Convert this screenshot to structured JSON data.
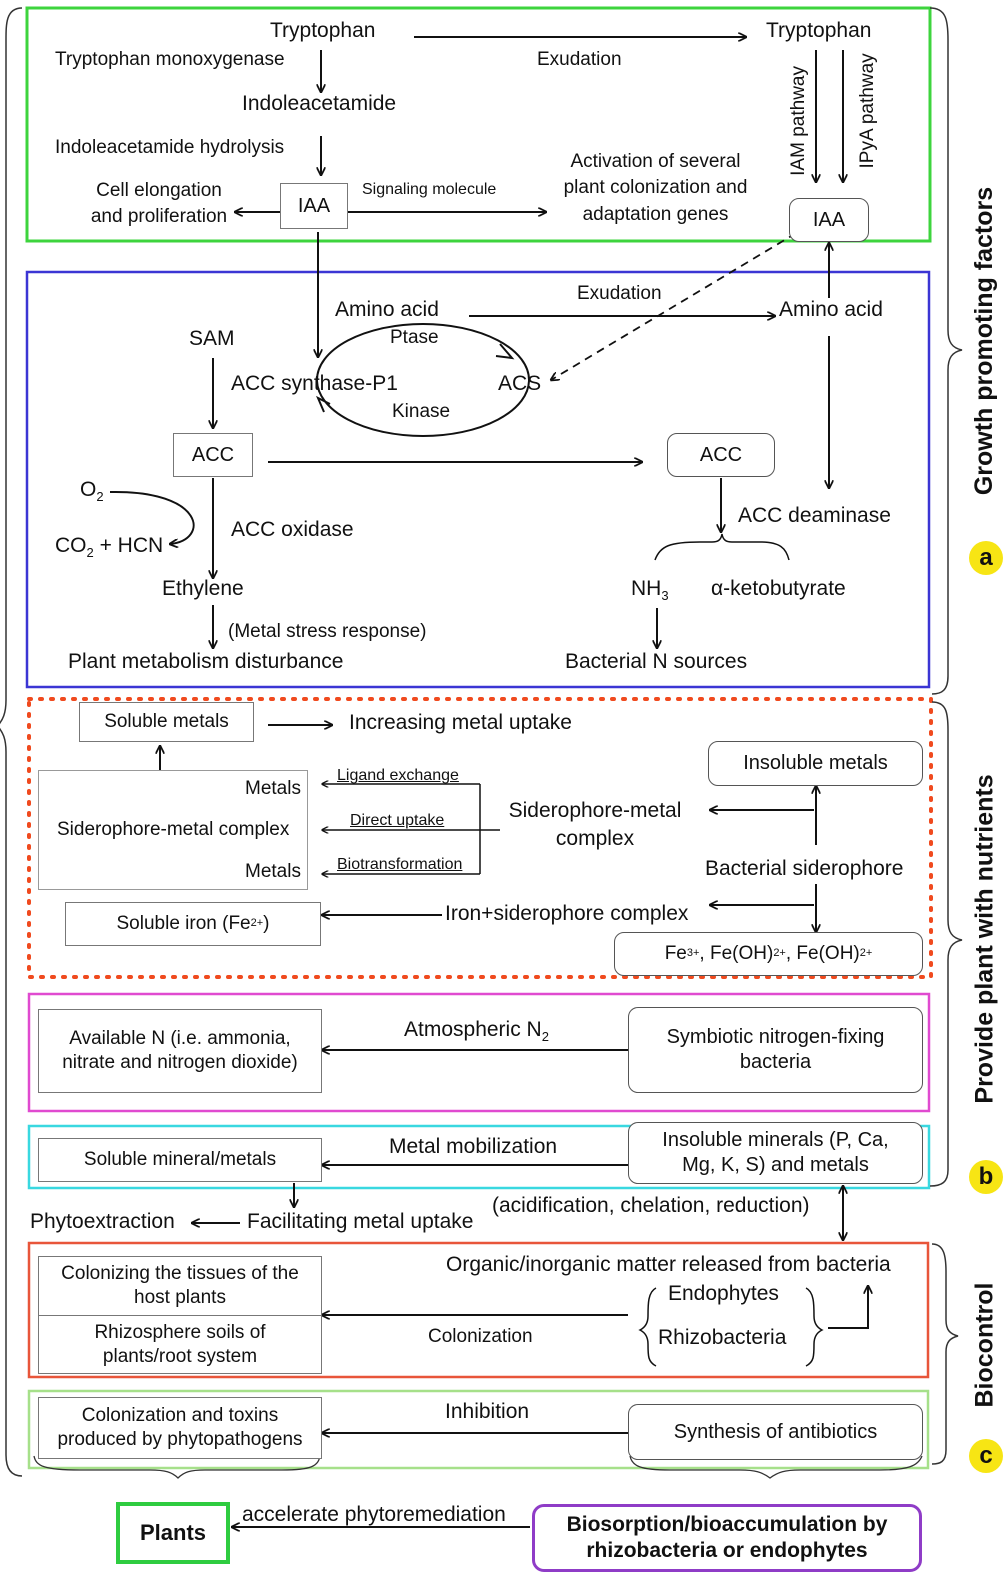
{
  "colors": {
    "growth_green": "#3dd43d",
    "blue": "#3b35d4",
    "dotted_red": "#f04a1e",
    "magenta": "#e04ad0",
    "cyan": "#39d8e0",
    "orange_red": "#e8553a",
    "light_green": "#a6e08a",
    "plants_green": "#2ecc40",
    "purple": "#8f3cc7",
    "label_circle": "#f7e514"
  },
  "sections": {
    "a": {
      "letter": "a",
      "label": "Growth promoting factors"
    },
    "b": {
      "letter": "b",
      "label": "Provide plant with nutrients"
    },
    "c": {
      "letter": "c",
      "label": "Biocontrol"
    }
  },
  "iaa_panel": {
    "tryptophan_left": "Tryptophan",
    "tryptophan_monoxygenase": "Tryptophan monoxygenase",
    "exudation": "Exudation",
    "tryptophan_right": "Tryptophan",
    "indoleacetamide": "Indoleacetamide",
    "indoleacetamide_hydrolysis": "Indoleacetamide hydrolysis",
    "iam_pathway": "IAM pathway",
    "ipya_pathway": "IPyA pathway",
    "cell_elongation_1": "Cell elongation",
    "cell_elongation_2": "and proliferation",
    "iaa_left": "IAA",
    "signaling_molecule": "Signaling molecule",
    "activation_1": "Activation of several",
    "activation_2": "plant colonization and",
    "activation_3": "adaptation genes",
    "iaa_right": "IAA"
  },
  "acc_panel": {
    "amino_acid_left": "Amino acid",
    "exudation": "Exudation",
    "amino_acid_right": "Amino acid",
    "sam": "SAM",
    "ptase": "Ptase",
    "acc_synthase": "ACC synthase-P1",
    "acs": "ACS",
    "kinase": "Kinase",
    "acc_left": "ACC",
    "acc_right": "ACC",
    "o2": "O",
    "o2_sub": "2",
    "co2": "CO",
    "co2_sub": "2",
    "co2_rest": " + HCN",
    "acc_oxidase": "ACC oxidase",
    "acc_deaminase": "ACC deaminase",
    "ethylene": "Ethylene",
    "nh3": "NH",
    "nh3_sub": "3",
    "ketobutyrate": "α-ketobutyrate",
    "metal_stress": "(Metal stress response)",
    "plant_metabolism": "Plant metabolism disturbance",
    "bacterial_n": "Bacterial N sources"
  },
  "siderophore_panel": {
    "soluble_metals": "Soluble metals",
    "increasing_uptake": "Increasing metal uptake",
    "metals_top": "Metals",
    "complex_left": "Siderophore-metal complex",
    "metals_bottom": "Metals",
    "ligand_exchange": "Ligand exchange",
    "direct_uptake": "Direct uptake",
    "biotransformation": "Biotransformation",
    "complex_mid_1": "Siderophore-metal",
    "complex_mid_2": "complex",
    "insoluble_metals": "Insoluble metals",
    "bacterial_siderophore": "Bacterial siderophore",
    "soluble_iron": "Soluble iron (Fe",
    "soluble_iron_sup": "2+",
    "soluble_iron_end": ")",
    "iron_complex": "Iron+siderophore complex",
    "fe_a": "Fe",
    "fe_a_sup": "3+",
    "fe_b": ", Fe(OH)",
    "fe_b_sup": "2+",
    "fe_c": ", Fe(OH)",
    "fe_c_sub": "2",
    "fe_c_sup": "+"
  },
  "nitrogen_panel": {
    "available_n": "Available N (i.e. ammonia, nitrate and nitrogen dioxide)",
    "atmospheric": "Atmospheric N",
    "atmospheric_sub": "2",
    "symbiotic": "Symbiotic nitrogen-fixing bacteria"
  },
  "mineral_panel": {
    "soluble_mineral": "Soluble mineral/metals",
    "metal_mobilization": "Metal mobilization",
    "insoluble_minerals": "Insoluble minerals (P, Ca, Mg, K, S) and metals",
    "phytoextraction": "Phytoextraction",
    "facilitating": "Facilitating metal uptake",
    "acidification": "(acidification, chelation, reduction)"
  },
  "colonization_panel": {
    "colonizing_tissues": "Colonizing the tissues of the host plants",
    "rhizosphere": "Rhizosphere soils of plants/root system",
    "organic_matter": "Organic/inorganic matter released from bacteria",
    "endophytes": "Endophytes",
    "rhizobacteria": "Rhizobacteria",
    "colonization": "Colonization"
  },
  "antibiotic_panel": {
    "phytopathogens": "Colonization and toxins produced by phytopathogens",
    "inhibition": "Inhibition",
    "antibiotics": "Synthesis of antibiotics"
  },
  "bottom": {
    "plants": "Plants",
    "accelerate": "accelerate phytoremediation",
    "biosorption": "Biosorption/bioaccumulation by rhizobacteria or endophytes"
  }
}
